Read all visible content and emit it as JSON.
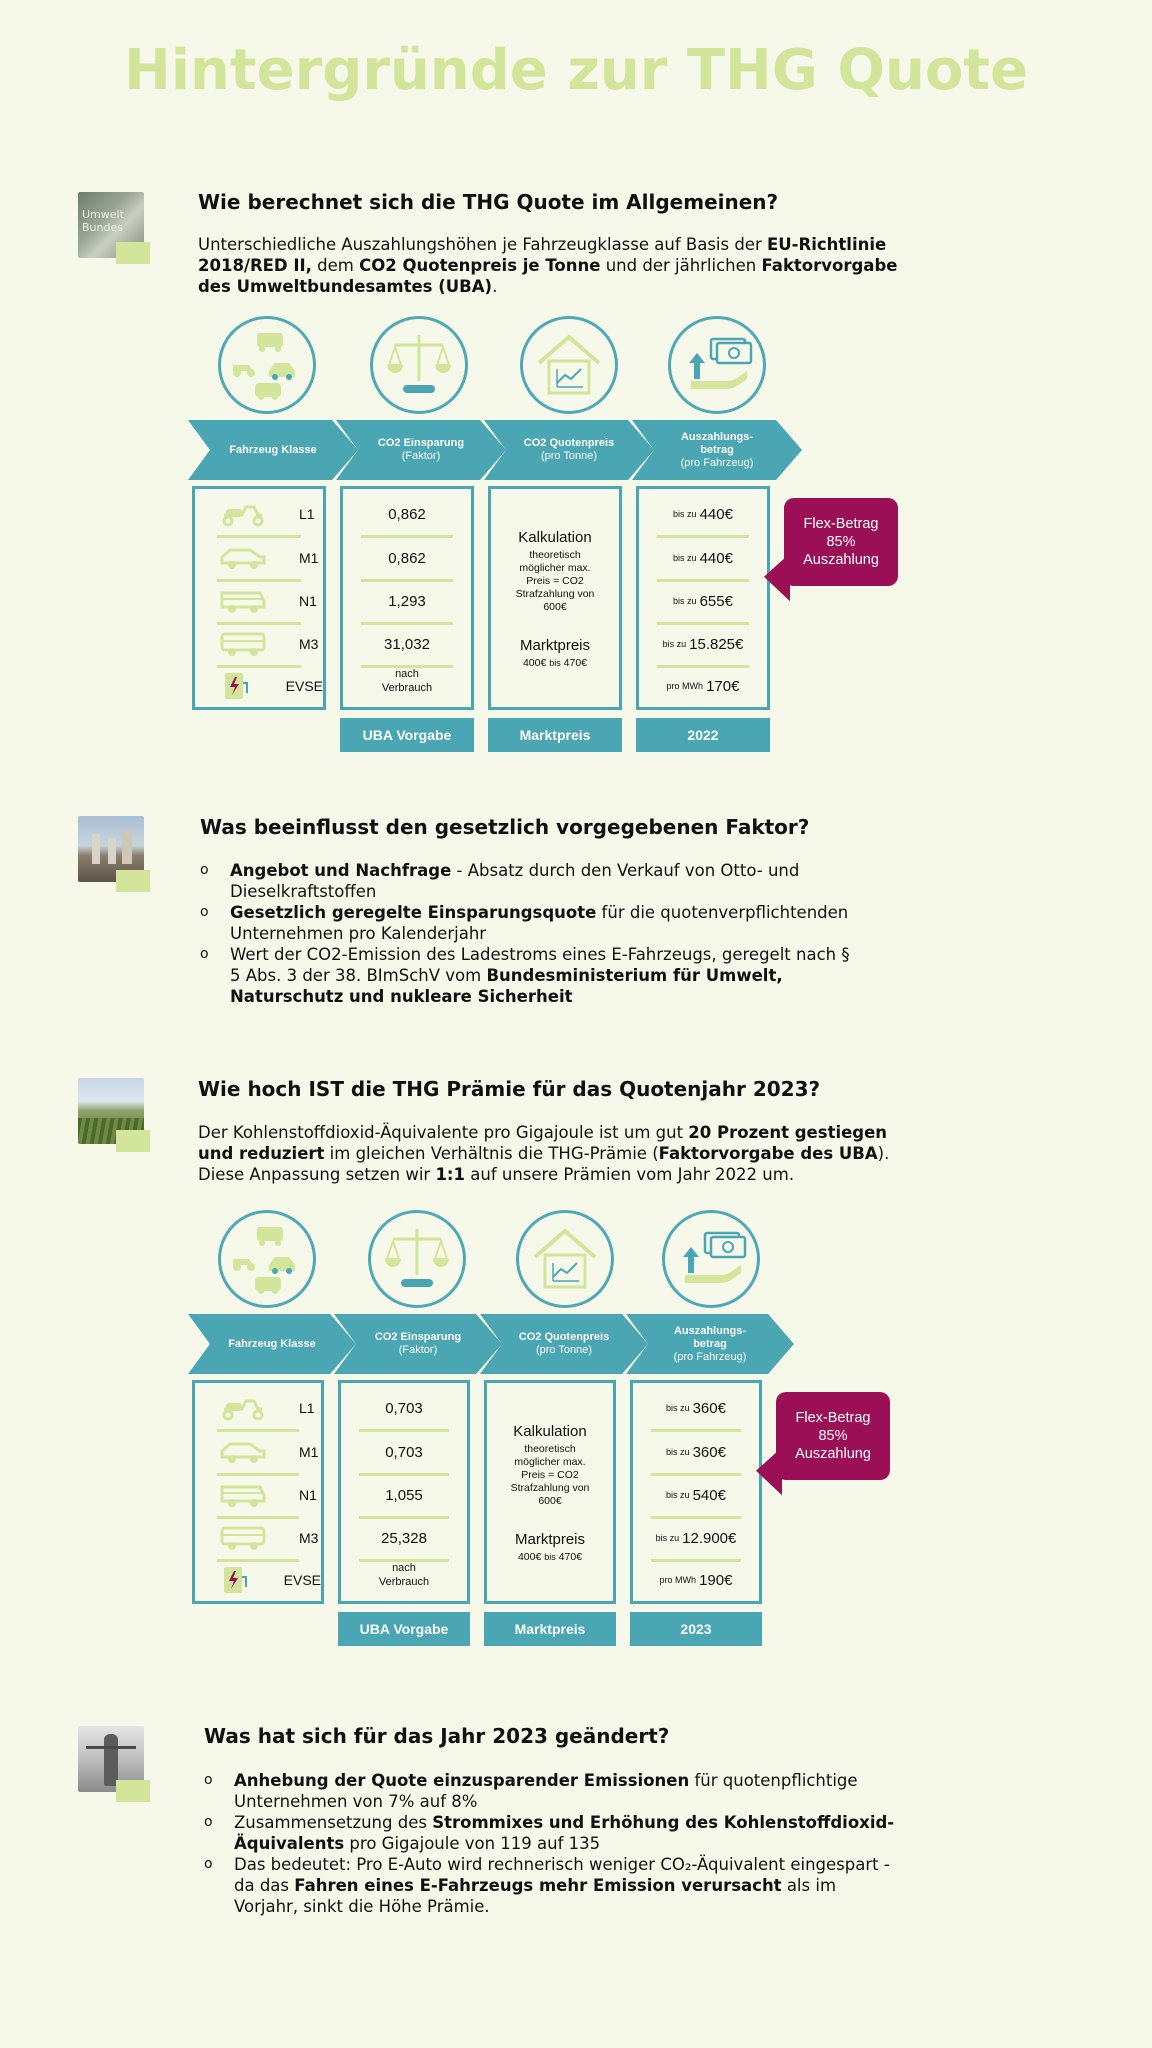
{
  "page": {
    "title": "Hintergründe zur THG Quote"
  },
  "colors": {
    "teal": "#4aa6b3",
    "lime": "#d3e59a",
    "magenta": "#9b0f57",
    "background": "#f6f9ea"
  },
  "section1": {
    "heading": "Wie berechnet sich die THG Quote im Allgemeinen?",
    "text_parts": [
      "Unterschiedliche Auszahlungshöhen je Fahrzeugklasse auf Basis der ",
      "EU-Richtlinie 2018/RED II,",
      " dem ",
      "CO2 Quotenpreis je Tonne",
      " und der jährlichen ",
      "Faktorvorgabe des Umweltbundesamtes (UBA)",
      "."
    ],
    "image_text": [
      "Umwelt",
      "Bundes"
    ]
  },
  "info1": {
    "headers": [
      {
        "title": "Fahrzeug Klasse",
        "sub": ""
      },
      {
        "title": "CO2 Einsparung",
        "sub": "(Faktor)"
      },
      {
        "title": "CO2 Quotenpreis",
        "sub": "(pro Tonne)"
      },
      {
        "title": "Auszahlungs-betrag",
        "sub": "(pro Fahrzeug)"
      }
    ],
    "classes": [
      "L1",
      "M1",
      "N1",
      "M3",
      "EVSE"
    ],
    "factors": [
      "0,862",
      "0,862",
      "1,293",
      "31,032"
    ],
    "factor_last": [
      "nach",
      "Verbrauch"
    ],
    "price": {
      "calc_title": "Kalkulation",
      "calc_text": [
        "theoretisch",
        "möglicher max.",
        "Preis = CO2",
        "Strafzahlung von",
        "600€"
      ],
      "market_title": "Marktpreis",
      "market_a": "400€",
      "market_mid": "bis",
      "market_b": "470€"
    },
    "payouts": [
      {
        "prefix": "bis zu",
        "value": "440€"
      },
      {
        "prefix": "bis zu",
        "value": "440€"
      },
      {
        "prefix": "bis zu",
        "value": "655€"
      },
      {
        "prefix": "bis zu",
        "value": "15.825€"
      },
      {
        "prefix": "pro MWh",
        "value": "170€"
      }
    ],
    "footers": [
      "UBA Vorgabe",
      "Marktpreis",
      "2022"
    ],
    "flex": [
      "Flex-Betrag",
      "85%",
      "Auszahlung"
    ]
  },
  "section2": {
    "heading": "Was beeinflusst den gesetzlich vorgegebenen Faktor?",
    "bullets": [
      {
        "bold": "Angebot und Nachfrage",
        "rest": " -  Absatz durch den Verkauf von Otto- und Dieselkraftstoffen",
        "rest_bold": ""
      },
      {
        "bold": "Gesetzlich geregelte Einsparungsquote",
        "rest": " für die quotenverpflichtenden Unternehmen pro Kalenderjahr",
        "rest_bold": ""
      },
      {
        "bold": "",
        "rest": "Wert der CO2-Emission des Ladestroms eines E-Fahrzeugs, geregelt nach § 5 Abs. 3 der 38. BImSchV vom ",
        "rest_bold": "Bundesministerium für Umwelt, Naturschutz und nukleare Sicherheit"
      }
    ]
  },
  "section3": {
    "heading": "Wie hoch IST die THG Prämie für das Quotenjahr 2023?",
    "text_parts": [
      "Der Kohlenstoffdioxid-Äquivalente pro Gigajoule ist um gut ",
      "20 Prozent gestiegen und reduziert",
      " im gleichen Verhältnis die THG-Prämie (",
      "Faktorvorgabe des UBA",
      "). Diese Anpassung setzen wir ",
      "1:1",
      " auf unsere Prämien vom Jahr 2022 um."
    ]
  },
  "info2": {
    "headers": [
      {
        "title": "Fahrzeug Klasse",
        "sub": ""
      },
      {
        "title": "CO2 Einsparung",
        "sub": "(Faktor)"
      },
      {
        "title": "CO2 Quotenpreis",
        "sub": "(pro Tonne)"
      },
      {
        "title": "Auszahlungs-betrag",
        "sub": "(pro Fahrzeug)"
      }
    ],
    "classes": [
      "L1",
      "M1",
      "N1",
      "M3",
      "EVSE"
    ],
    "factors": [
      "0,703",
      "0,703",
      "1,055",
      "25,328"
    ],
    "factor_last": [
      "nach",
      "Verbrauch"
    ],
    "price": {
      "calc_title": "Kalkulation",
      "calc_text": [
        "theoretisch",
        "möglicher max.",
        "Preis = CO2",
        "Strafzahlung von",
        "600€"
      ],
      "market_title": "Marktpreis",
      "market_a": "400€",
      "market_mid": "bis",
      "market_b": "470€"
    },
    "payouts": [
      {
        "prefix": "bis zu",
        "value": "360€"
      },
      {
        "prefix": "bis zu",
        "value": "360€"
      },
      {
        "prefix": "bis zu",
        "value": "540€"
      },
      {
        "prefix": "bis zu",
        "value": "12.900€"
      },
      {
        "prefix": "pro MWh",
        "value": "190€"
      }
    ],
    "footers": [
      "UBA Vorgabe",
      "Marktpreis",
      "2023"
    ],
    "flex": [
      "Flex-Betrag",
      "85%",
      "Auszahlung"
    ]
  },
  "section4": {
    "heading": "Was hat sich für das Jahr 2023 geändert?",
    "bullets": [
      {
        "pre": "",
        "bold": "Anhebung der Quote einzusparender Emissionen",
        "post": " für quotenpflichtige Unternehmen von 7% auf 8%"
      },
      {
        "pre": "Zusammensetzung des ",
        "bold": "Strommixes und Erhöhung des Kohlenstoffdioxid-Äquivalents",
        "post": " pro Gigajoule von 119 auf 135"
      },
      {
        "pre": "Das bedeutet: Pro E-Auto wird rechnerisch weniger CO₂-Äquivalent eingespart - da das ",
        "bold": "Fahren eines E-Fahrzeugs mehr Emission verursacht",
        "post": " als im Vorjahr, sinkt die Höhe Prämie."
      }
    ]
  }
}
